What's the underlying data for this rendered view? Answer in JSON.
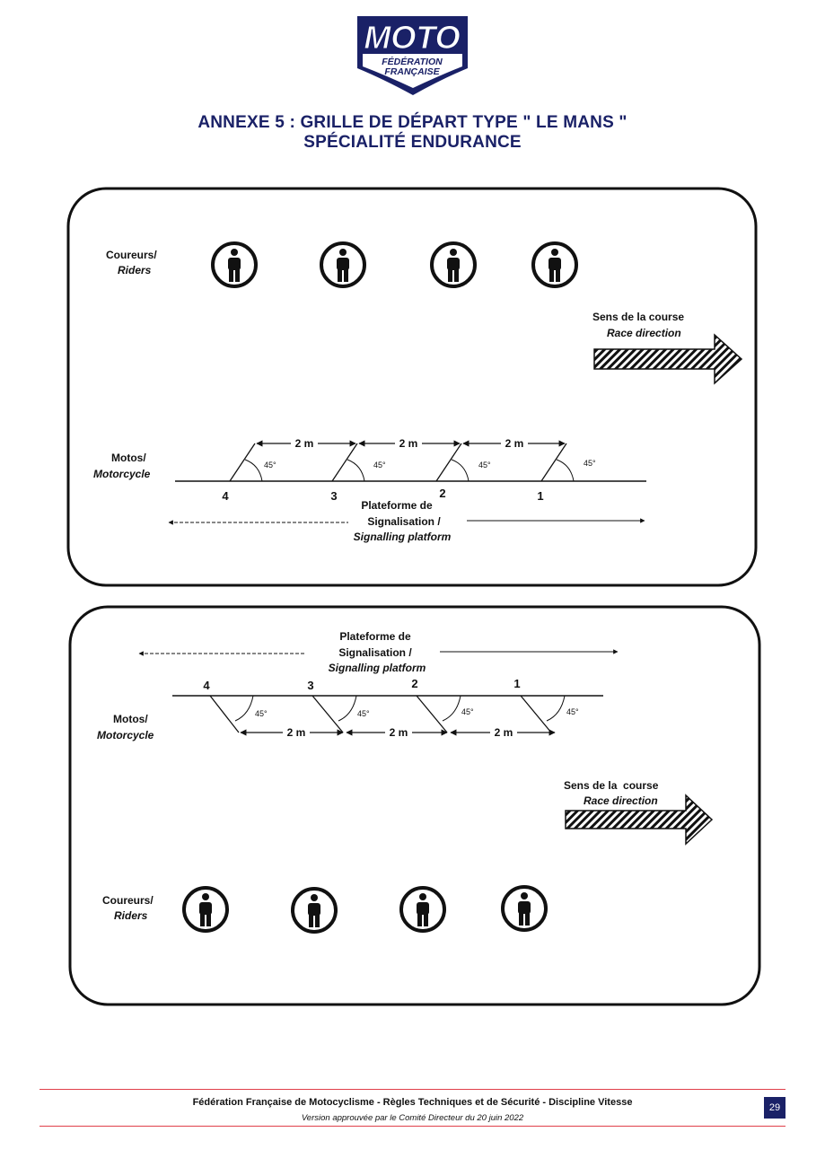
{
  "header": {
    "logo_word": "MOTO",
    "logo_line1": "FÉDÉRATION",
    "logo_line2": "FRANÇAISE",
    "title_line1": "ANNEXE 5 : GRILLE DE DÉPART TYPE \" LE MANS \"",
    "title_line2": "SPÉCIALITÉ ENDURANCE"
  },
  "diagram_top": {
    "riders_label_fr": "Coureurs/",
    "riders_label_en": "Riders",
    "direction_fr": "Sens de la course",
    "direction_en": "Race direction",
    "motos_label_fr": "Motos/",
    "motos_label_en": "Motorcycle",
    "spacing_labels": [
      "2 m",
      "2 m",
      "2 m"
    ],
    "angle_labels": [
      "45°",
      "45°",
      "45°",
      "45°"
    ],
    "positions": [
      "4",
      "3",
      "2",
      "1"
    ],
    "platform_line1": "Plateforme de",
    "platform_line2": "Signalisation /",
    "platform_line3": "Signalling platform"
  },
  "diagram_bottom": {
    "platform_line1": "Plateforme de",
    "platform_line2": "Signalisation /",
    "platform_line3": "Signalling platform",
    "positions": [
      "4",
      "3",
      "2",
      "1"
    ],
    "motos_label_fr": "Motos/",
    "motos_label_en": "Motorcycle",
    "angle_labels": [
      "45°",
      "45°",
      "45°",
      "45°"
    ],
    "spacing_labels": [
      "2 m",
      "2 m",
      "2 m"
    ],
    "direction_fr": "Sens de la  course",
    "direction_en": "Race direction",
    "riders_label_fr": "Coureurs/",
    "riders_label_en": "Riders"
  },
  "footer": {
    "line1": "Fédération Française de Motocyclisme - Règles Techniques et de Sécurité - Discipline Vitesse",
    "line2": "Version approuvée par le Comité Directeur du 20 juin 2022",
    "page_number": "29"
  },
  "colors": {
    "brand_navy": "#1a2167",
    "rule_red": "#e0404a"
  }
}
